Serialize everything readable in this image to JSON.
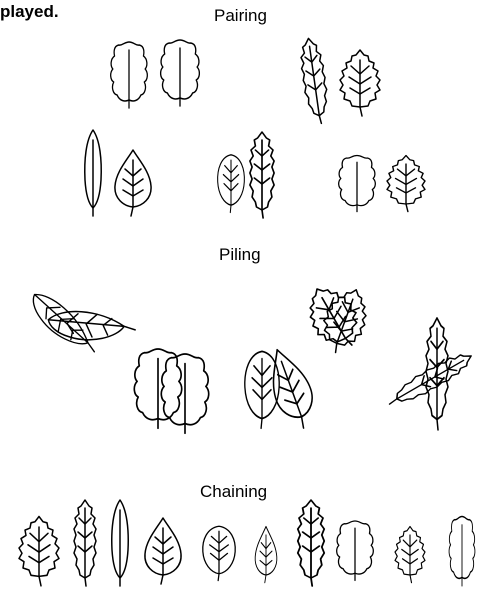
{
  "caption_fragment": "played.",
  "sections": {
    "pairing": "Pairing",
    "piling": "Piling",
    "chaining": "Chaining"
  }
}
